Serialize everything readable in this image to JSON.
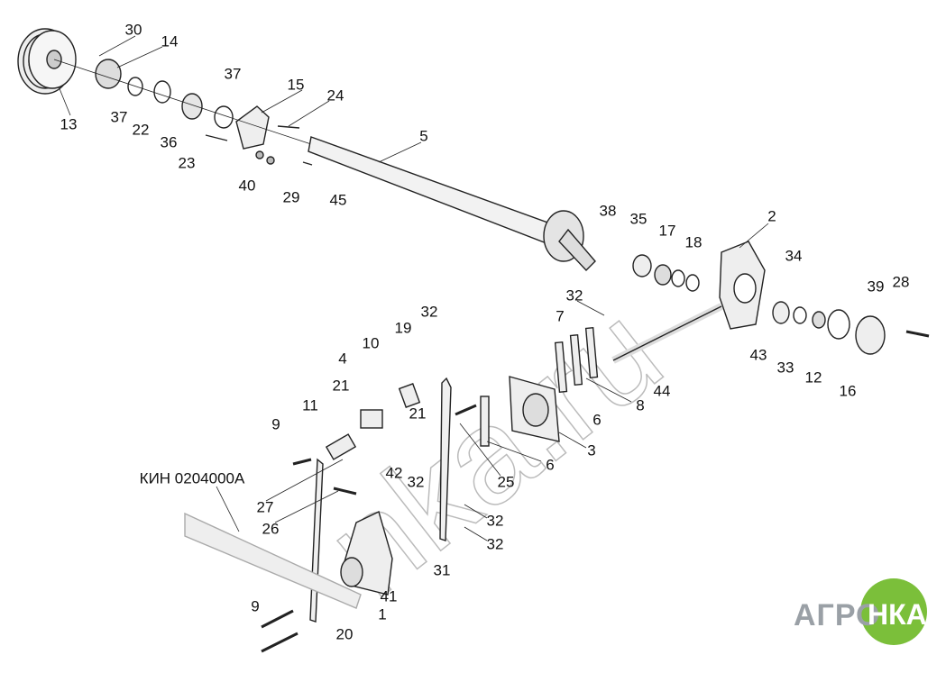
{
  "title": "Exploded assembly diagram",
  "assembly_code": "КИН 0204000А",
  "watermark": "nka.ru",
  "logo": {
    "left": "АГРО",
    "right": "НКА",
    "color_green": "#7bbf3a",
    "color_grey": "#9aa0a6"
  },
  "callouts": [
    "30",
    "14",
    "13",
    "37",
    "22",
    "36",
    "23",
    "37",
    "15",
    "24",
    "40",
    "29",
    "45",
    "5",
    "38",
    "35",
    "17",
    "18",
    "2",
    "34",
    "39",
    "28",
    "32",
    "7",
    "43",
    "33",
    "12",
    "16",
    "44",
    "8",
    "6",
    "3",
    "6",
    "25",
    "32",
    "19",
    "10",
    "4",
    "21",
    "11",
    "21",
    "9",
    "42",
    "32",
    "27",
    "26",
    "32",
    "32",
    "31",
    "41",
    "1",
    "9",
    "20"
  ]
}
